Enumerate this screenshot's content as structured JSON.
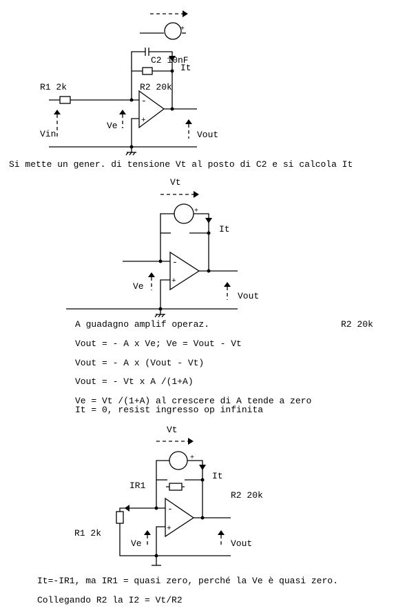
{
  "diagram1": {
    "c2_label": "C2 10nF",
    "it_label": "It",
    "r2_label": "R2 20k",
    "r1_label": "R1 2k",
    "vin_label": "Vin",
    "ve_label": "Ve",
    "vout_label": "Vout",
    "plus": "+",
    "minus": "-",
    "caption": "Si mette un gener. di tensione Vt al posto di C2 e si calcola It"
  },
  "diagram2": {
    "vt_label": "Vt",
    "it_label": "It",
    "ve_label": "Ve",
    "vout_label": "Vout",
    "plus": "+",
    "minus": "-",
    "text_lines": [
      "A guadagno amplif operaz.",
      "Vout = - A x Ve;  Ve = Vout - Vt",
      "Vout = - A x (Vout - Vt)",
      "Vout = - Vt x  A /(1+A)",
      "Ve = Vt /(1+A) al crescere di A tende a zero",
      "It = 0, resist ingresso op infinita"
    ],
    "r2_label": "R2 20k"
  },
  "diagram3": {
    "vt_label": "Vt",
    "it_label": "It",
    "ir1_label": "IR1",
    "r2_label": "R2 20k",
    "r1_label": "R1 2k",
    "ve_label": "Ve",
    "vout_label": "Vout",
    "plus": "+",
    "minus": "-",
    "text_lines": [
      "It=-IR1, ma IR1 = quasi zero, perché la Ve è quasi zero.",
      "Collegando R2 la  I2 = Vt/R2"
    ]
  }
}
